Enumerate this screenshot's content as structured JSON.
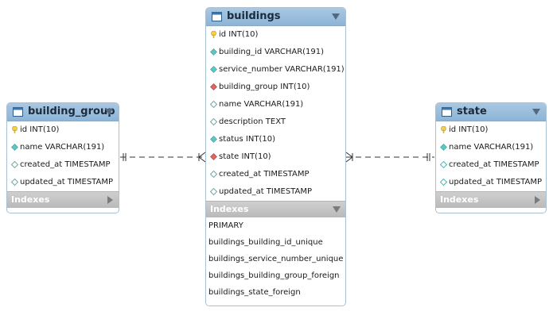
{
  "colors": {
    "header": "#9cbfdf",
    "indexes_header": "#c4c4c4",
    "pk_key": "#f2d24a",
    "column_diamond": "#5cc7c7",
    "fk_diamond": "#e06565",
    "connector": "#333333"
  },
  "tables": {
    "building_group": {
      "name": "building_group",
      "columns": [
        {
          "text": "id INT(10)",
          "icon": "primary-key-icon"
        },
        {
          "text": "name VARCHAR(191)",
          "icon": "column-diamond-icon"
        },
        {
          "text": "created_at TIMESTAMP",
          "icon": "nullable-diamond-icon"
        },
        {
          "text": "updated_at TIMESTAMP",
          "icon": "nullable-diamond-icon"
        }
      ],
      "indexes_label": "Indexes"
    },
    "buildings": {
      "name": "buildings",
      "columns": [
        {
          "text": "id INT(10)",
          "icon": "primary-key-icon"
        },
        {
          "text": "building_id VARCHAR(191)",
          "icon": "column-diamond-icon"
        },
        {
          "text": "service_number VARCHAR(191)",
          "icon": "column-diamond-icon"
        },
        {
          "text": "building_group INT(10)",
          "icon": "foreign-key-diamond-icon"
        },
        {
          "text": "name VARCHAR(191)",
          "icon": "nullable-diamond-icon"
        },
        {
          "text": "description TEXT",
          "icon": "nullable-diamond-icon"
        },
        {
          "text": "status INT(10)",
          "icon": "column-diamond-icon"
        },
        {
          "text": "state INT(10)",
          "icon": "foreign-key-diamond-icon"
        },
        {
          "text": "created_at TIMESTAMP",
          "icon": "nullable-diamond-icon"
        },
        {
          "text": "updated_at TIMESTAMP",
          "icon": "nullable-diamond-icon"
        }
      ],
      "indexes_label": "Indexes",
      "indexes": [
        "PRIMARY",
        "buildings_building_id_unique",
        "buildings_service_number_unique",
        "buildings_building_group_foreign",
        "buildings_state_foreign"
      ]
    },
    "state": {
      "name": "state",
      "columns": [
        {
          "text": "id INT(10)",
          "icon": "primary-key-icon"
        },
        {
          "text": "name VARCHAR(191)",
          "icon": "column-diamond-icon"
        },
        {
          "text": "created_at TIMESTAMP",
          "icon": "nullable-diamond-icon"
        },
        {
          "text": "updated_at TIMESTAMP",
          "icon": "nullable-diamond-icon"
        }
      ],
      "indexes_label": "Indexes"
    }
  },
  "relationships": [
    {
      "from": "building_group",
      "to": "buildings",
      "type": "one-to-many"
    },
    {
      "from": "state",
      "to": "buildings",
      "type": "one-to-many"
    }
  ]
}
